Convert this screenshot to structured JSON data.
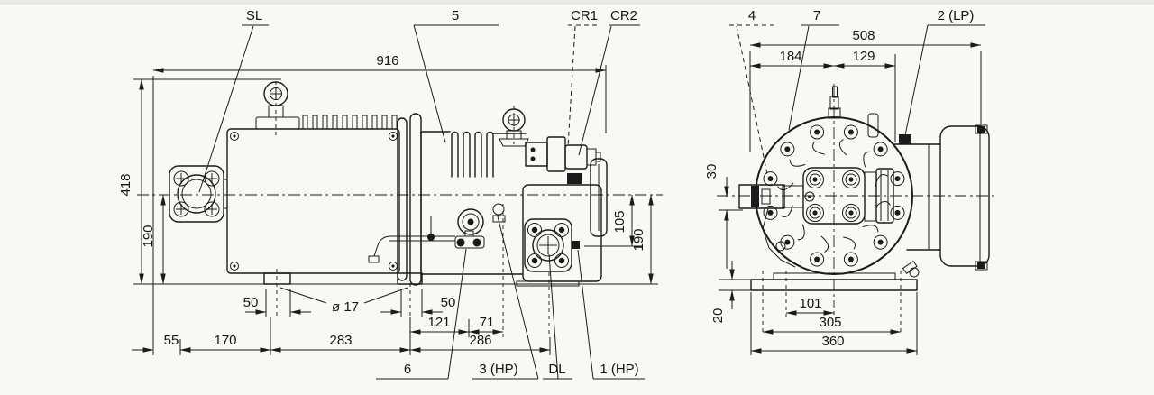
{
  "drawing": {
    "colors": {
      "background": "#f8f8f5",
      "line": "#1b1b1b"
    },
    "views": {
      "left": "side view of screw compressor",
      "right": "end view of screw compressor"
    },
    "dims_side": {
      "total_width": "916",
      "total_height": "418",
      "center_height": "190",
      "foot_edge_left": "50",
      "hole_diameter": "ø 17",
      "foot_edge_right": "50",
      "dim_121": "121",
      "dim_71": "71",
      "dim_55": "55",
      "dim_170": "170",
      "dim_283": "283",
      "dim_286": "286",
      "dim_105": "105",
      "center_height_right": "190"
    },
    "dims_end": {
      "total_width": "508",
      "dim_184": "184",
      "dim_129": "129",
      "dim_30": "30",
      "dim_20": "20",
      "dim_101": "101",
      "dim_305": "305",
      "dim_360": "360"
    },
    "callouts_side": {
      "suction_line": "SL",
      "item_5": "5",
      "item_cr1": "CR1",
      "item_cr2": "CR2",
      "item_6": "6",
      "item_3_hp": "3 (HP)",
      "discharge_line": "DL",
      "item_1_hp": "1 (HP)"
    },
    "callouts_end": {
      "item_4": "4",
      "item_7": "7",
      "item_2_lp": "2 (LP)"
    }
  }
}
